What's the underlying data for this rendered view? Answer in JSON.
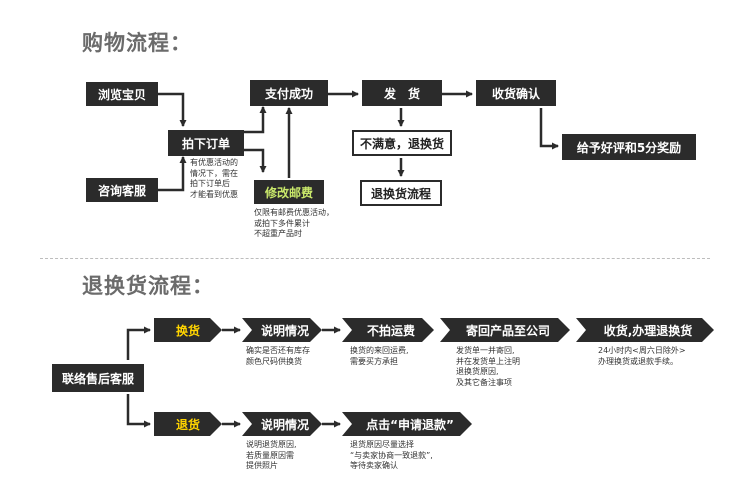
{
  "shopping": {
    "title": "购物流程：",
    "browse": "浏览宝贝",
    "consult": "咨询客服",
    "place_order": "拍下订单",
    "discount_note": "有优惠活动的\n情况下，需在\n拍下订单后\n才能看到优惠",
    "modify_postage": "修改邮费",
    "postage_note": "仅限有邮费优惠活动，\n或拍下多件累计\n不超重产品时",
    "payment_success": "支付成功",
    "ship": "发　货",
    "unsatisfied": "不满意，退换货",
    "return_process": "退换货流程",
    "confirm_receipt": "收货确认",
    "reward": "给予好评和5分奖励"
  },
  "returns": {
    "title": "退换货流程：",
    "contact": "联络售后客服",
    "exchange": "换货",
    "refund": "退货",
    "explain1": "说明情况",
    "explain1_note": "确实是否还有库存\n颜色尺码供换货",
    "no_shipping": "不拍运费",
    "no_shipping_note": "换货的来回运费,\n需要买方承担",
    "return_product": "寄回产品至公司",
    "return_note": "发货单一并寄回,\n并在发货单上注明\n退换货原因,\n及其它备注事项",
    "receive": "收货,办理退换货",
    "receive_note": "24小时内<周六日除外>\n办理换货或退款手续。",
    "explain2": "说明情况",
    "explain2_note": "说明退货原因,\n若质量原因需\n提供照片",
    "click_refund": "点击“申请退款”",
    "click_note": "退货原因尽量选择\n“与卖家协商一致退款”,\n等待卖家确认"
  },
  "colors": {
    "box": "#2b2b2b",
    "accent_green": "#c9e86b",
    "accent_yellow": "#ffd400",
    "heading": "#6b6b6b"
  }
}
